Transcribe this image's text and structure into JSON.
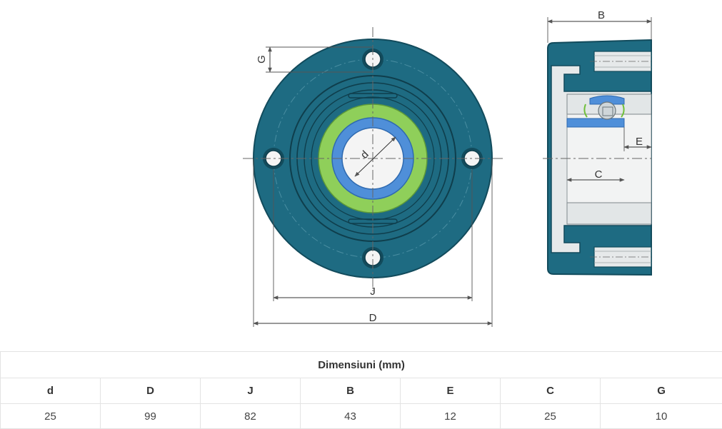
{
  "drawing": {
    "labels": {
      "G": "G",
      "d": "d",
      "J": "J",
      "D": "D",
      "B": "B",
      "E": "E",
      "C": "C"
    },
    "colors": {
      "housing": "#1e6b82",
      "housing_edge": "#124b5c",
      "inner_ring_green": "#8fcf5a",
      "bearing_ring_blue": "#4f8fd9",
      "bore": "#f4f4f4",
      "section_light": "#e6e9ea",
      "dim_line": "#555555"
    }
  },
  "table": {
    "caption": "Dimensiuni (mm)",
    "headers": [
      "d",
      "D",
      "J",
      "B",
      "E",
      "C",
      "G"
    ],
    "values": [
      "25",
      "99",
      "82",
      "43",
      "12",
      "25",
      "10"
    ]
  }
}
